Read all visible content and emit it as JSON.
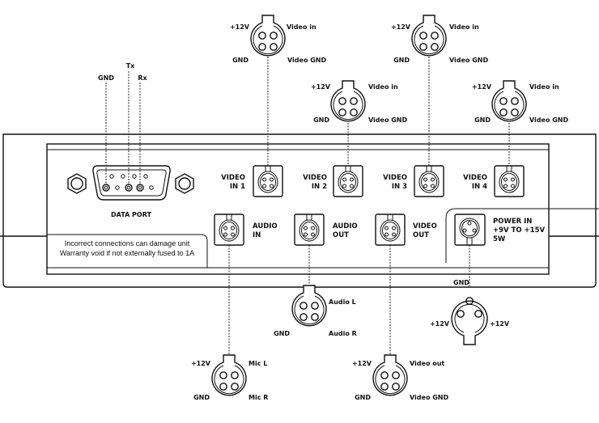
{
  "device": {
    "warning_lines": [
      "Incorrect connections can damage unit",
      "Warranty void if not externally fused to 1A"
    ]
  },
  "data_port": {
    "label": "DATA PORT",
    "pins": [
      "GND",
      "Tx",
      "Rx"
    ]
  },
  "panel_ports": {
    "video_in_1": [
      "VIDEO",
      "IN 1"
    ],
    "video_in_2": [
      "VIDEO",
      "IN 2"
    ],
    "video_in_3": [
      "VIDEO",
      "IN 3"
    ],
    "video_in_4": [
      "VIDEO",
      "IN 4"
    ],
    "audio_in": [
      "AUDIO",
      "IN"
    ],
    "audio_out": [
      "AUDIO",
      "OUT"
    ],
    "video_out": [
      "VIDEO",
      "OUT"
    ],
    "power_in": [
      "POWER IN",
      "+9V TO +15V",
      "5W"
    ]
  },
  "pinouts": {
    "video_in_1": {
      "top_left": "+12V",
      "top_right": "Video in",
      "bottom_left": "GND",
      "bottom_right": "Video GND"
    },
    "video_in_2": {
      "top_left": "+12V",
      "top_right": "Video in",
      "bottom_left": "GND",
      "bottom_right": "Video GND"
    },
    "video_in_3": {
      "top_left": "+12V",
      "top_right": "Video in",
      "bottom_left": "GND",
      "bottom_right": "Video GND"
    },
    "video_in_4": {
      "top_left": "+12V",
      "top_right": "Video in",
      "bottom_left": "GND",
      "bottom_right": "Video GND"
    },
    "audio_in": {
      "top_left": "+12V",
      "top_right": "Mic L",
      "bottom_left": "GND",
      "bottom_right": "Mic R"
    },
    "audio_out": {
      "top_right": "Audio L",
      "bottom_left": "GND",
      "bottom_right": "Audio R"
    },
    "video_out": {
      "top_left": "+12V",
      "top_right": "Video out",
      "bottom_left": "GND",
      "bottom_right": "Video GND"
    },
    "power_in": {
      "top": "GND",
      "left": "+12V",
      "right": "+12V"
    }
  }
}
